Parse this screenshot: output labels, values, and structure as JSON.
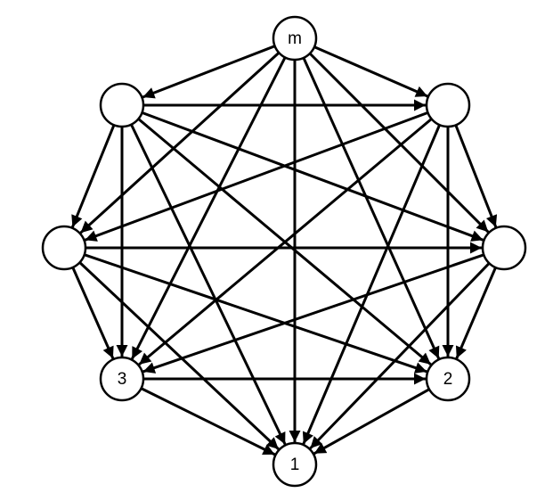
{
  "graph": {
    "nodes": [
      {
        "id": "m",
        "label": "m"
      },
      {
        "id": "ur",
        "label": ""
      },
      {
        "id": "r",
        "label": ""
      },
      {
        "id": "2",
        "label": "2"
      },
      {
        "id": "1",
        "label": "1"
      },
      {
        "id": "3",
        "label": "3"
      },
      {
        "id": "l",
        "label": ""
      },
      {
        "id": "ul",
        "label": ""
      }
    ],
    "edges": [
      [
        "m",
        "ul"
      ],
      [
        "m",
        "ur"
      ],
      [
        "m",
        "l"
      ],
      [
        "m",
        "r"
      ],
      [
        "m",
        "3"
      ],
      [
        "m",
        "2"
      ],
      [
        "m",
        "1"
      ],
      [
        "ul",
        "ur"
      ],
      [
        "ul",
        "l"
      ],
      [
        "ul",
        "r"
      ],
      [
        "ul",
        "3"
      ],
      [
        "ul",
        "2"
      ],
      [
        "ul",
        "1"
      ],
      [
        "ur",
        "l"
      ],
      [
        "ur",
        "r"
      ],
      [
        "ur",
        "3"
      ],
      [
        "ur",
        "2"
      ],
      [
        "ur",
        "1"
      ],
      [
        "l",
        "r"
      ],
      [
        "l",
        "3"
      ],
      [
        "l",
        "2"
      ],
      [
        "l",
        "1"
      ],
      [
        "r",
        "3"
      ],
      [
        "r",
        "2"
      ],
      [
        "r",
        "1"
      ],
      [
        "3",
        "2"
      ],
      [
        "3",
        "1"
      ],
      [
        "2",
        "1"
      ]
    ],
    "stroke_color": "#000000",
    "fill_color": "#ffffff"
  }
}
